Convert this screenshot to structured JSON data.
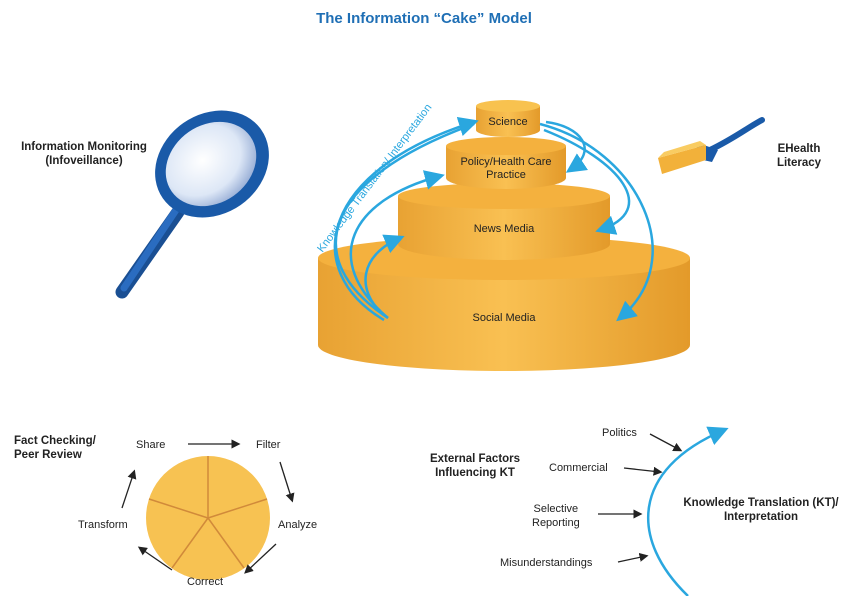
{
  "title": "The Information “Cake” Model",
  "monitoring": {
    "line1": "Information Monitoring",
    "line2": "(Infoveillance)"
  },
  "ehealth": {
    "line1": "EHealth",
    "line2": "Literacy"
  },
  "cake": {
    "arc_label": "Knowledge Translation/ Interpretation",
    "tiers": {
      "science": "Science",
      "policy_line1": "Policy/Health Care",
      "policy_line2": "Practice",
      "news": "News Media",
      "social": "Social Media"
    }
  },
  "fact_check": {
    "heading_line1": "Fact Checking/",
    "heading_line2": "Peer Review",
    "steps": [
      "Share",
      "Filter",
      "Analyze",
      "Correct",
      "Transform"
    ]
  },
  "external": {
    "heading_line1": "External Factors",
    "heading_line2": "Influencing KT",
    "factors": [
      "Politics",
      "Commercial",
      "Selective",
      "Reporting",
      "Misunderstandings"
    ],
    "result_line1": "Knowledge Translation (KT)/",
    "result_line2": "Interpretation"
  },
  "colors": {
    "accent": "#2aa7df",
    "title": "#1f6fb5",
    "cake": "#f7b83b",
    "cake_dark": "#e59a25",
    "magnifier": "#1a5aa8"
  }
}
